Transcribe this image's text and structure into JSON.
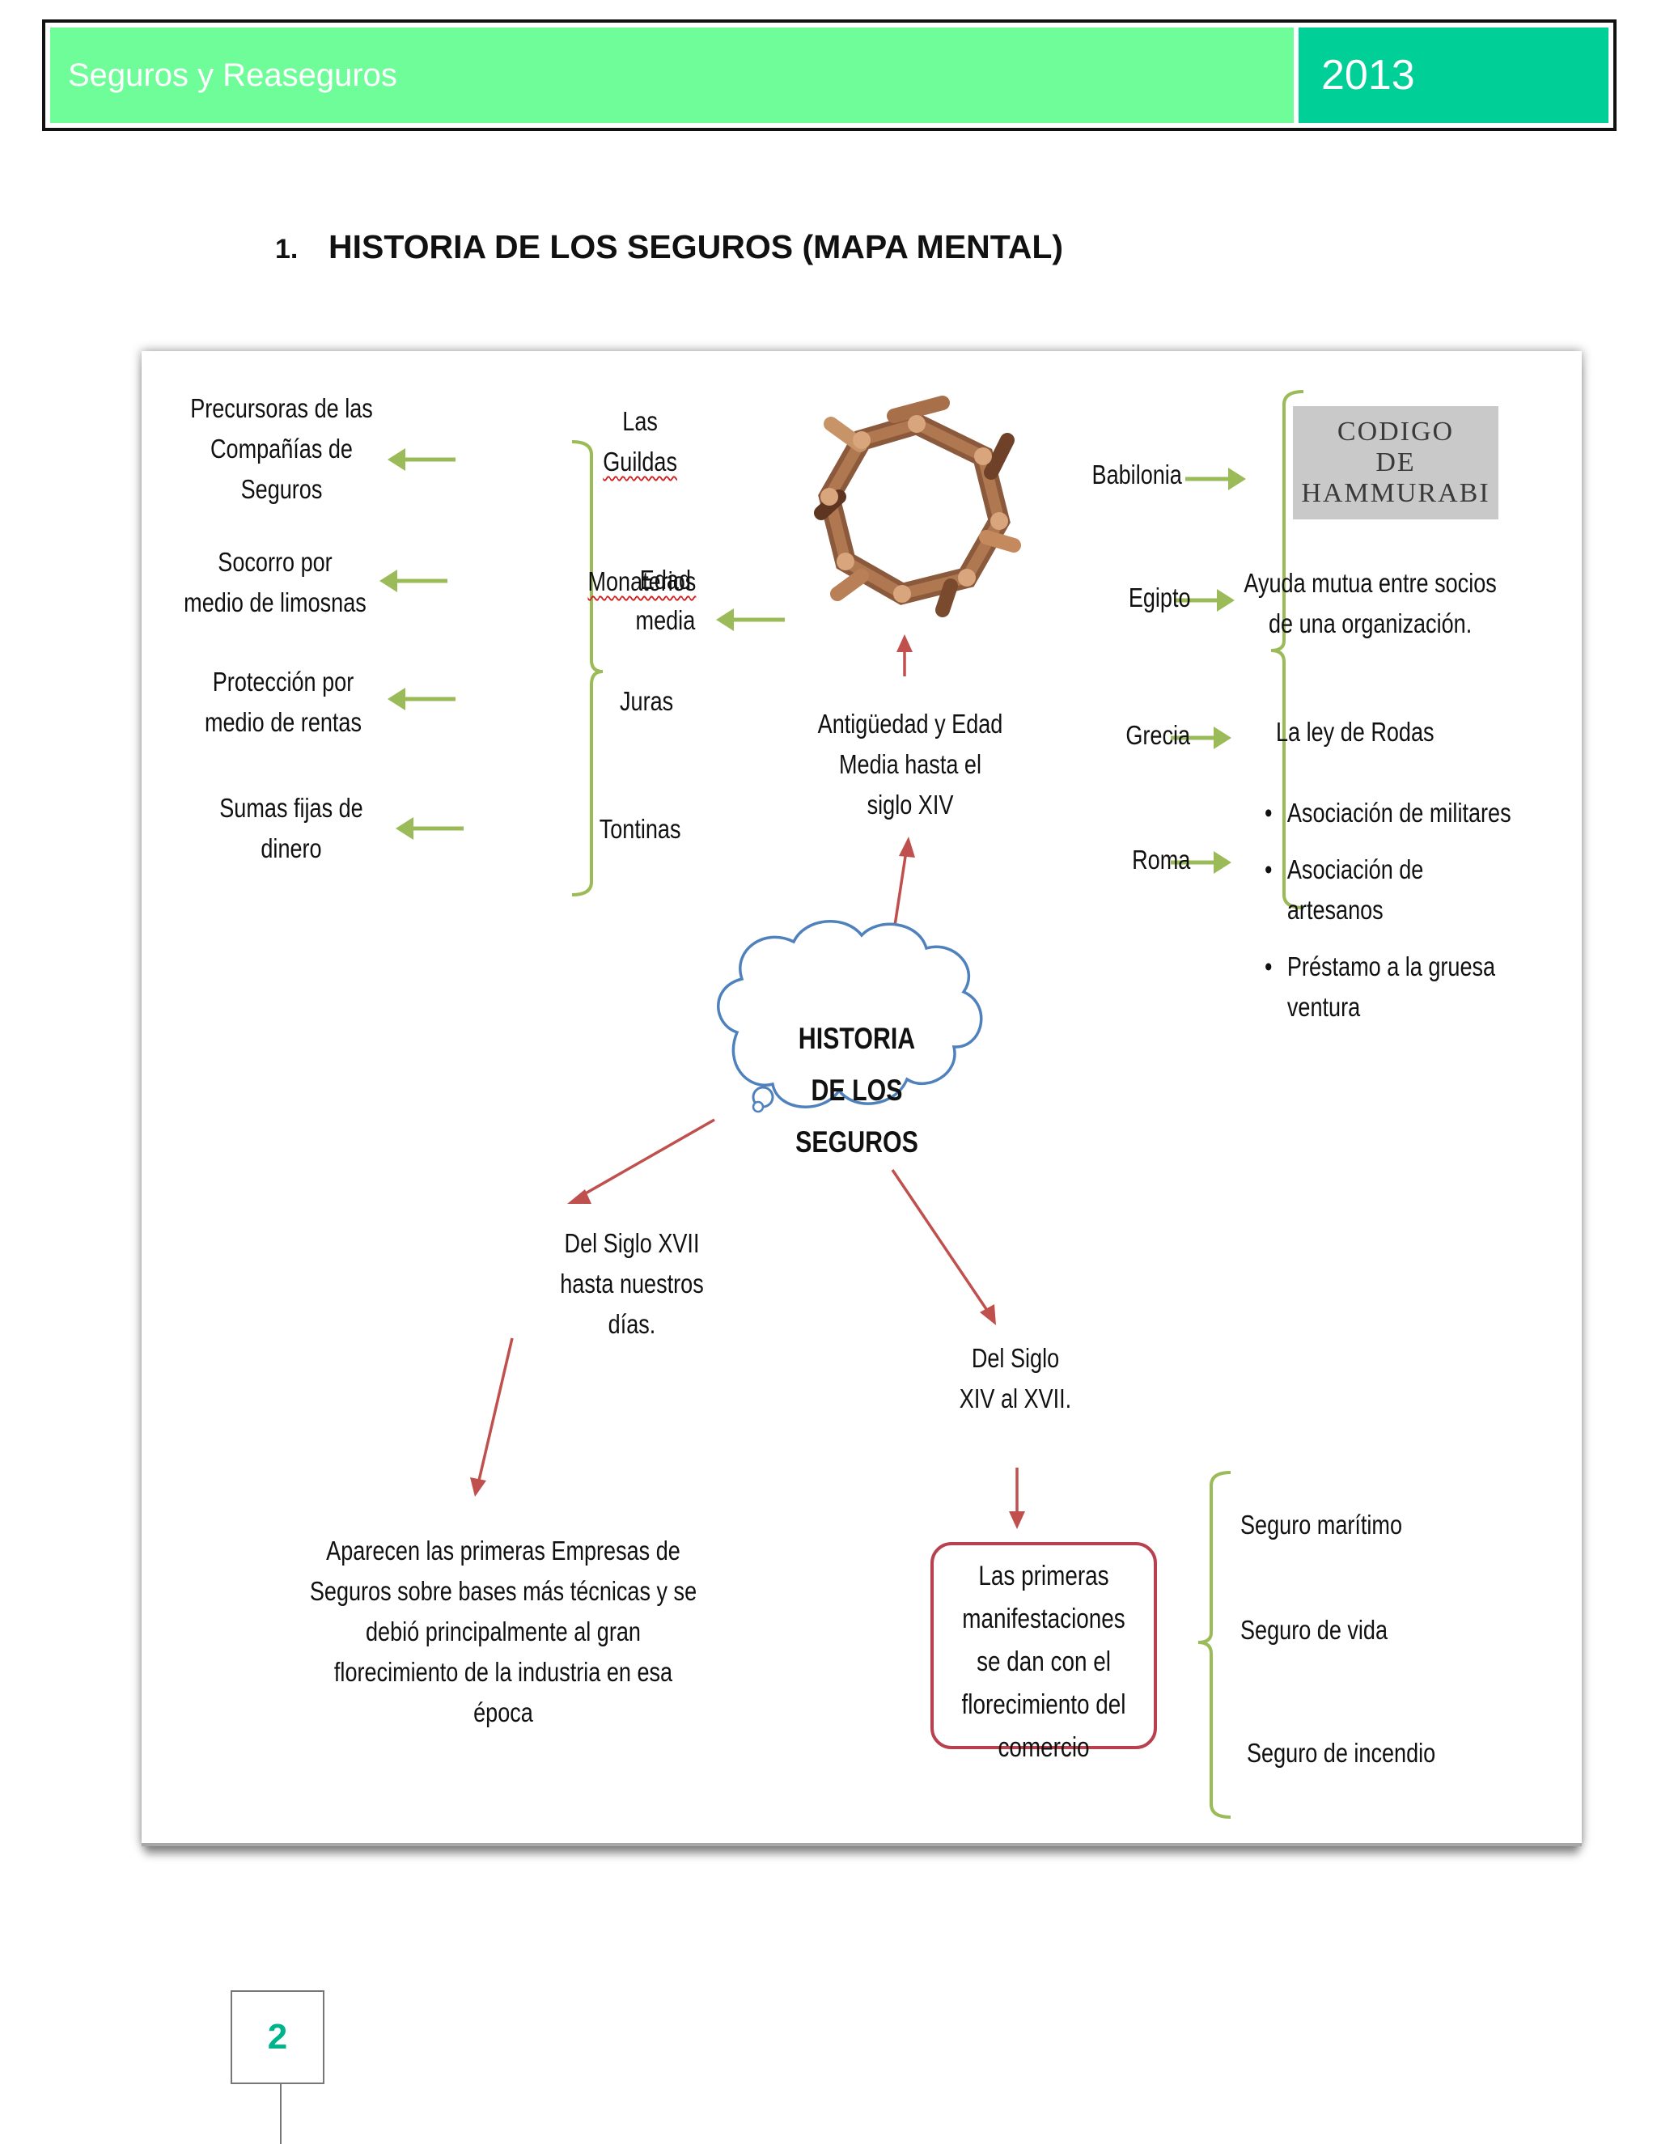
{
  "header": {
    "title": "Seguros y Reaseguros",
    "year": "2013"
  },
  "section": {
    "number": "1.",
    "title": "HISTORIA DE LOS SEGUROS (MAPA MENTAL)"
  },
  "mindmap": {
    "center": [
      "HISTORIA",
      "DE LOS",
      "SEGUROS"
    ],
    "antiguedad": [
      "Antigüedad  y Edad",
      "Media hasta el",
      "siglo XIV"
    ],
    "edad_media": [
      "Edad",
      "media"
    ],
    "guild_items": [
      {
        "name": [
          "Las",
          "Guildas"
        ],
        "desc": [
          "Precursoras de las",
          "Compañías  de",
          "Seguros"
        ]
      },
      {
        "name": [
          "Monaterios"
        ],
        "desc": [
          "Socorro  por",
          "medio de limosnas"
        ]
      },
      {
        "name": [
          "Juras"
        ],
        "desc": [
          "Protección por",
          "medio de rentas"
        ]
      },
      {
        "name": [
          "Tontinas"
        ],
        "desc": [
          "Sumas fijas de",
          "dinero"
        ]
      }
    ],
    "civilizations": [
      {
        "name": "Babilonia",
        "desc": ""
      },
      {
        "name": "Egipto",
        "desc": [
          "Ayuda  mutua entre socios",
          "de una organización."
        ]
      },
      {
        "name": "Grecia",
        "desc": [
          "La ley de Rodas"
        ]
      },
      {
        "name": "Roma",
        "desc": ""
      }
    ],
    "hammurabi": [
      "CODIGO",
      "DE",
      "HAMMURABI"
    ],
    "roma_items": [
      [
        "Asociación  de militares"
      ],
      [
        "Asociación  de",
        "artesanos"
      ],
      [
        "Préstamo a la gruesa",
        "ventura"
      ]
    ],
    "xvii_node": [
      "Del  Siglo  XVII",
      "hasta nuestros",
      "días."
    ],
    "xvii_desc": [
      "Aparecen  las primeras Empresas de",
      "Seguros  sobre bases más técnicas y se",
      "debió principalmente  al gran",
      "florecimiento  de la industria  en esa",
      "época"
    ],
    "xiv_node": [
      "Del  Siglo",
      "XIV al XVII."
    ],
    "primeras": [
      "Las primeras",
      "manifestaciones",
      "se dan con el",
      "florecimiento del",
      "comercio"
    ],
    "seguros_types": [
      "Seguro marítimo",
      "Seguro de vida",
      "Seguro de incendio"
    ],
    "colors": {
      "green_arrow": "#9bbb59",
      "red_arrow": "#c0504d",
      "cloud": "#4f81bd",
      "box": "#b8404f"
    },
    "image_icon": "interlocked-hands-image"
  },
  "page": {
    "number": "2"
  }
}
